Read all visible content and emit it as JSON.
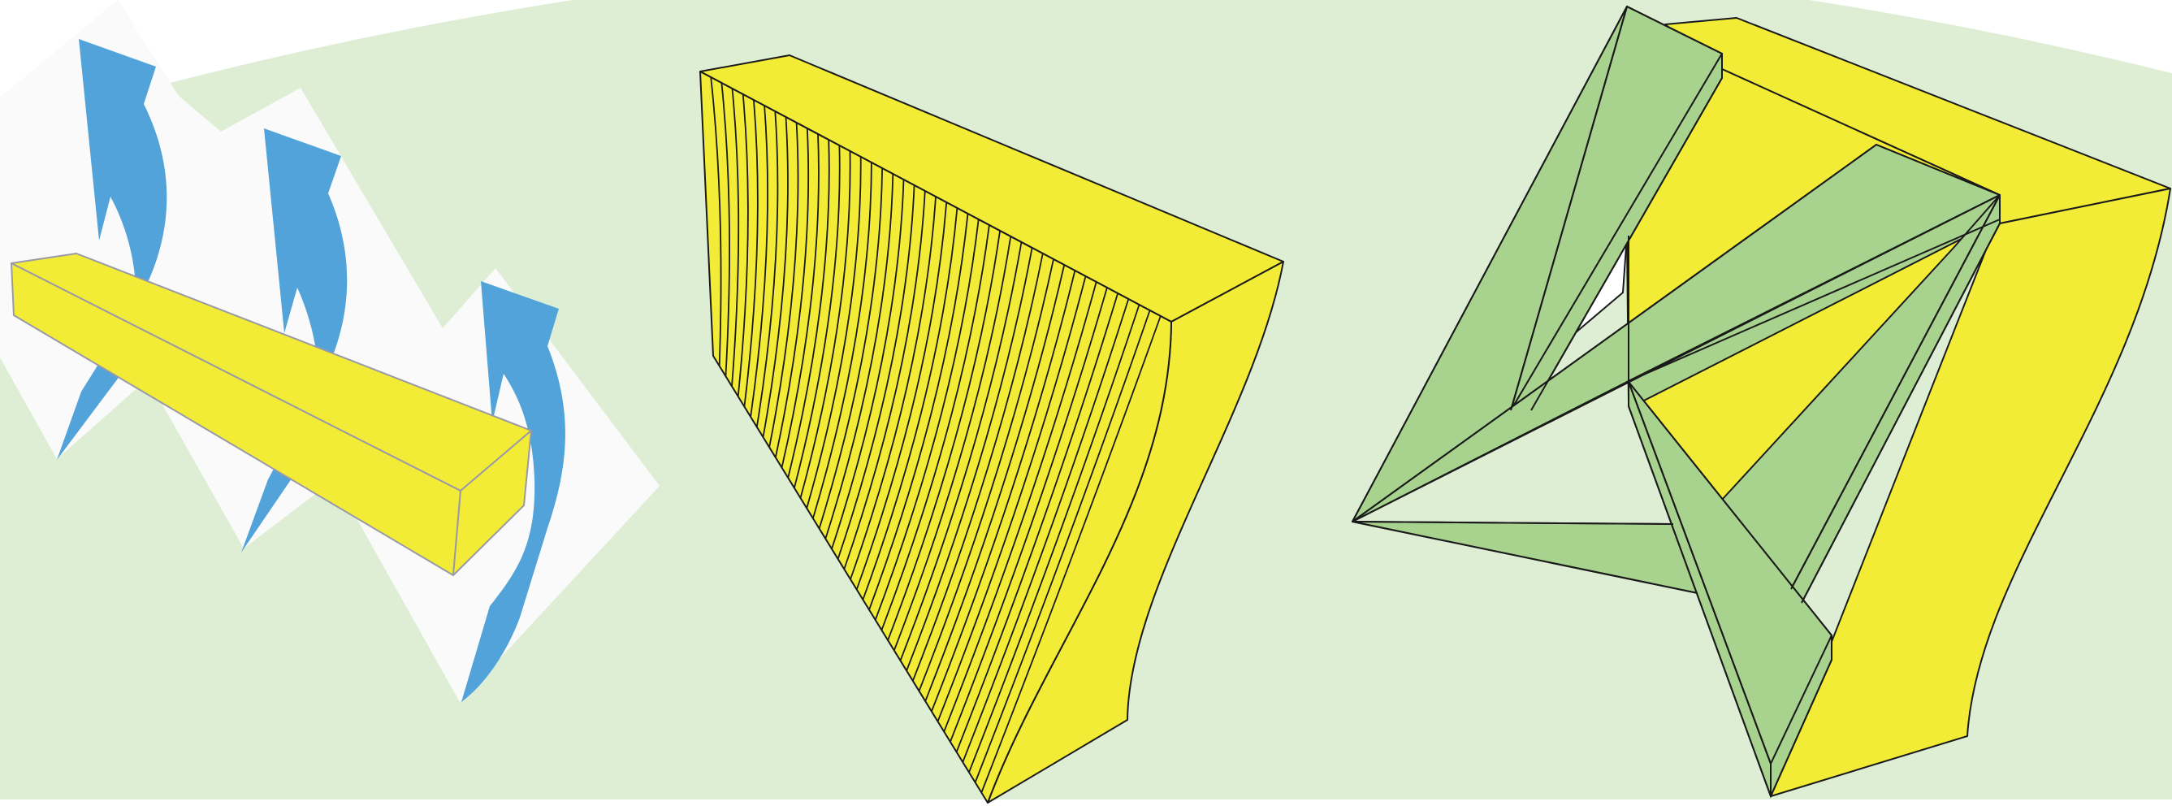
{
  "colors": {
    "background": "#ffffff",
    "backdrop_green": "#deeed5",
    "zigzag_white": "#fafafa",
    "arrow_blue": "#52a3da",
    "bar_yellow": "#f3ec36",
    "fold_green": "#a8d38e",
    "outline": "#1a1a1a",
    "bar_outline": "#9a9aa6"
  },
  "icons": {
    "left_panel": "zigzag-arrows-around-beam",
    "middle_panel": "striated-wedge-block",
    "right_panel": "folded-triangular-facets"
  }
}
